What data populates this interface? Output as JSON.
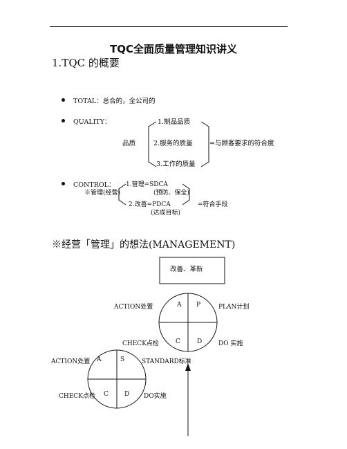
{
  "doc": {
    "title": "TQC全面质量管理知识讲义",
    "section1_heading": "1.TQC 的概要",
    "total_label": "TOTAL：总合的，全公司的",
    "quality_label": "QUALITY：",
    "quality_item1": "1.制品品质",
    "quality_middle": "品质",
    "quality_item2": "2.服务的质量",
    "quality_result": "=与顾客要求的符合度",
    "quality_item3": "3.工作的质量",
    "control_label": "CONTROL：",
    "control_sub": "※管理(经营)",
    "control_item1": "1.管理=SDCA",
    "control_item1_note": "(预防、保全)",
    "control_item2": "2.改善=PDCA",
    "control_result": "=符合手段",
    "control_item2_note": "(达成目标)",
    "section2_heading": "※经营「管理」的想法(MANAGEMENT)",
    "box_text": "改善、革新",
    "pdca": {
      "action": "ACTION处置",
      "a": "A",
      "p": "P",
      "plan": "PLAN计划",
      "check": "CHECK点检",
      "c": "C",
      "d": "D",
      "do": "DO 实施"
    },
    "sdca": {
      "action": "ACTION处置",
      "a": "A",
      "s": "S",
      "standard": "STANDARD标准",
      "check": "CHECK点检",
      "c": "C",
      "d": "D",
      "do": "DO实施"
    }
  }
}
